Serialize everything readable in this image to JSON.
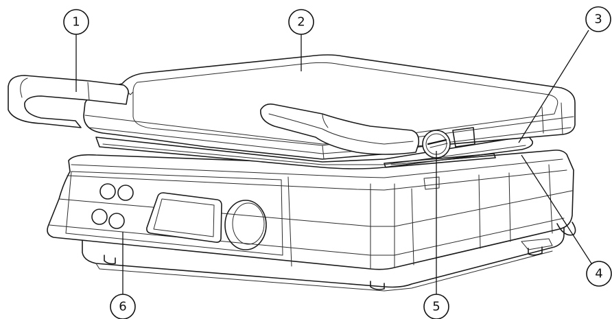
{
  "callouts": [
    {
      "id": "c1",
      "label": "1"
    },
    {
      "id": "c2",
      "label": "2"
    },
    {
      "id": "c3",
      "label": "3"
    },
    {
      "id": "c4",
      "label": "4"
    },
    {
      "id": "c5",
      "label": "5"
    },
    {
      "id": "c6",
      "label": "6"
    }
  ],
  "colors": {
    "line": "#1a1a1a",
    "background": "#ffffff"
  }
}
